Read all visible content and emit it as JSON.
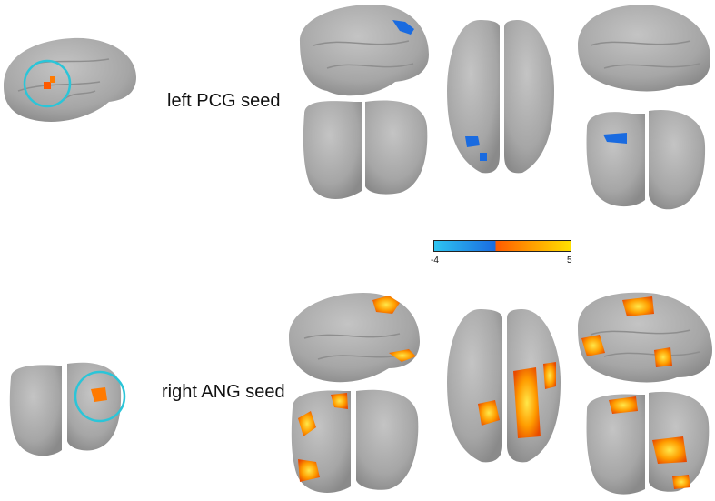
{
  "seeds": [
    {
      "label": "left PCG seed"
    },
    {
      "label": "right ANG seed"
    }
  ],
  "colorbar": {
    "min_label": "-4",
    "max_label": "5",
    "negative_colors": [
      "#2ec4f0",
      "#1a6be0"
    ],
    "positive_colors": [
      "#ff5a00",
      "#ff9a00",
      "#ffe000"
    ]
  },
  "colors": {
    "brain": "#a9a9a9",
    "seed_circle": "#2bc5d8"
  }
}
